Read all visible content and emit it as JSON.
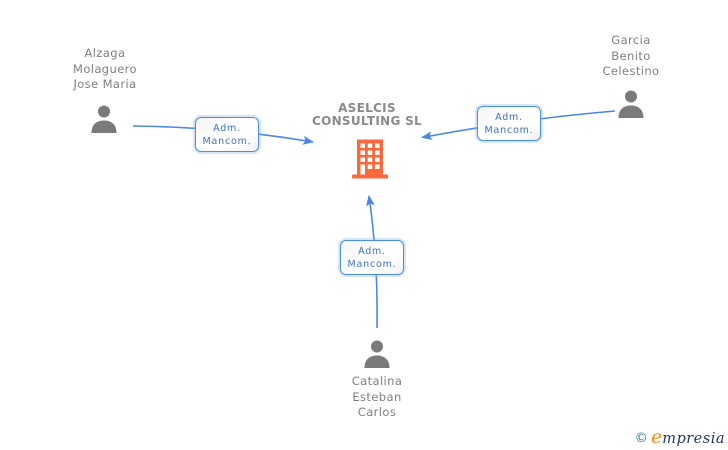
{
  "diagram": {
    "company": {
      "name": "ASELCIS CONSULTING SL",
      "icon": "building-icon"
    },
    "people": {
      "left": {
        "name": "Alzaga\nMolaguero\nJose Maria",
        "icon": "person-icon"
      },
      "right": {
        "name": "Garcia\nBenito\nCelestino",
        "icon": "person-icon"
      },
      "bottom": {
        "name": "Catalina\nEsteban\nCarlos",
        "icon": "person-icon"
      }
    },
    "relations": {
      "left": {
        "label": "Adm.\nMancom.",
        "direction": "person-to-company"
      },
      "right": {
        "label": "Adm.\nMancom.",
        "direction": "person-to-company"
      },
      "bottom": {
        "label": "Adm.\nMancom.",
        "direction": "person-to-company"
      }
    }
  },
  "footer": {
    "copyright_symbol": "©",
    "brand_initial": "e",
    "brand_rest": "mpresia"
  },
  "colors": {
    "connector_blue": "#4a86e8",
    "box_border_blue": "#4a90d9",
    "box_text_blue": "#3d6fc8",
    "person_gray": "#7a7a7a",
    "label_gray": "#7f7f7f",
    "company_gray": "#8a8a8a",
    "building_orange": "#f8693e",
    "logo_teal": "#2e7d8e",
    "logo_orange": "#f28a1e",
    "logo_navy": "#1f3864"
  }
}
